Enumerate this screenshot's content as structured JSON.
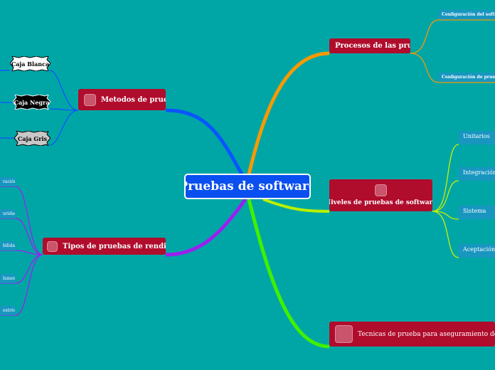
{
  "center": "Pruebas de software",
  "procesos": {
    "label": "Procesos de las pruebas",
    "children": [
      "Configuración del softwa",
      "Configuración de prueba"
    ]
  },
  "metodos": {
    "label": "Metodos de pruebas",
    "children": [
      "Caja Blanca",
      "Caja Negra",
      "Caja Gris"
    ]
  },
  "niveles": {
    "label": "Niveles de pruebas de software",
    "children": [
      "Unitarios",
      "Integración",
      "Sistema",
      "Aceptación"
    ]
  },
  "tipos": {
    "label": "Tipos de pruebas de rendimiento",
    "children": [
      "ración",
      "uridad",
      "bilidad",
      "lumen",
      "estrés"
    ]
  },
  "tecnicas": {
    "label": "Tecnicas de prueba para aseguramiento de calidad"
  },
  "colors": {
    "background": "#00a6a6",
    "center": "#0a4ff0",
    "main_node": "#b00c2c",
    "sub_node": "#1896c0"
  }
}
